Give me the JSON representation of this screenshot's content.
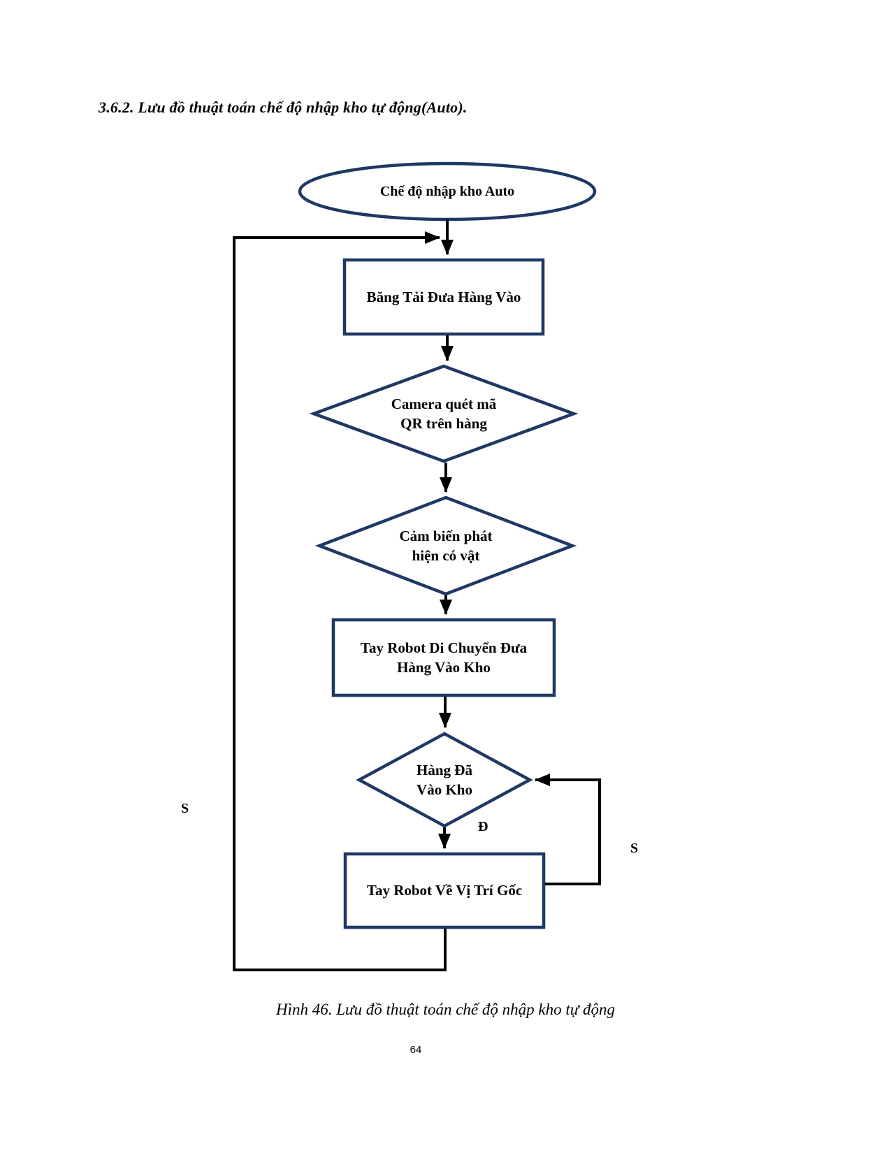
{
  "page": {
    "heading": "3.6.2. Lưu đồ thuật toán chế độ nhập kho tự động(Auto).",
    "caption": "Hình 46. Lưu đồ thuật toán chế độ nhập kho tự động",
    "page_number": "64"
  },
  "flowchart": {
    "shape_stroke_color": "#1f3864",
    "arrow_color": "#000000",
    "nodes": {
      "start": {
        "type": "terminator",
        "label": "Chế độ nhập kho Auto"
      },
      "conveyor": {
        "type": "process",
        "label": "Băng Tải Đưa Hàng Vào"
      },
      "camera": {
        "type": "decision",
        "label": "Camera quét mã\nQR trên hàng"
      },
      "sensor": {
        "type": "decision",
        "label": "Cảm biến phát\nhiện có vật"
      },
      "robot_move": {
        "type": "process",
        "label": "Tay Robot Di Chuyển Đưa\nHàng Vào Kho"
      },
      "in_storage": {
        "type": "decision",
        "label": "Hàng Đã\nVào Kho"
      },
      "robot_home": {
        "type": "process",
        "label": "Tay Robot Về Vị Trí Gốc"
      }
    },
    "edge_labels": {
      "left_no": "S",
      "yes": "Đ",
      "right_no": "S"
    }
  }
}
